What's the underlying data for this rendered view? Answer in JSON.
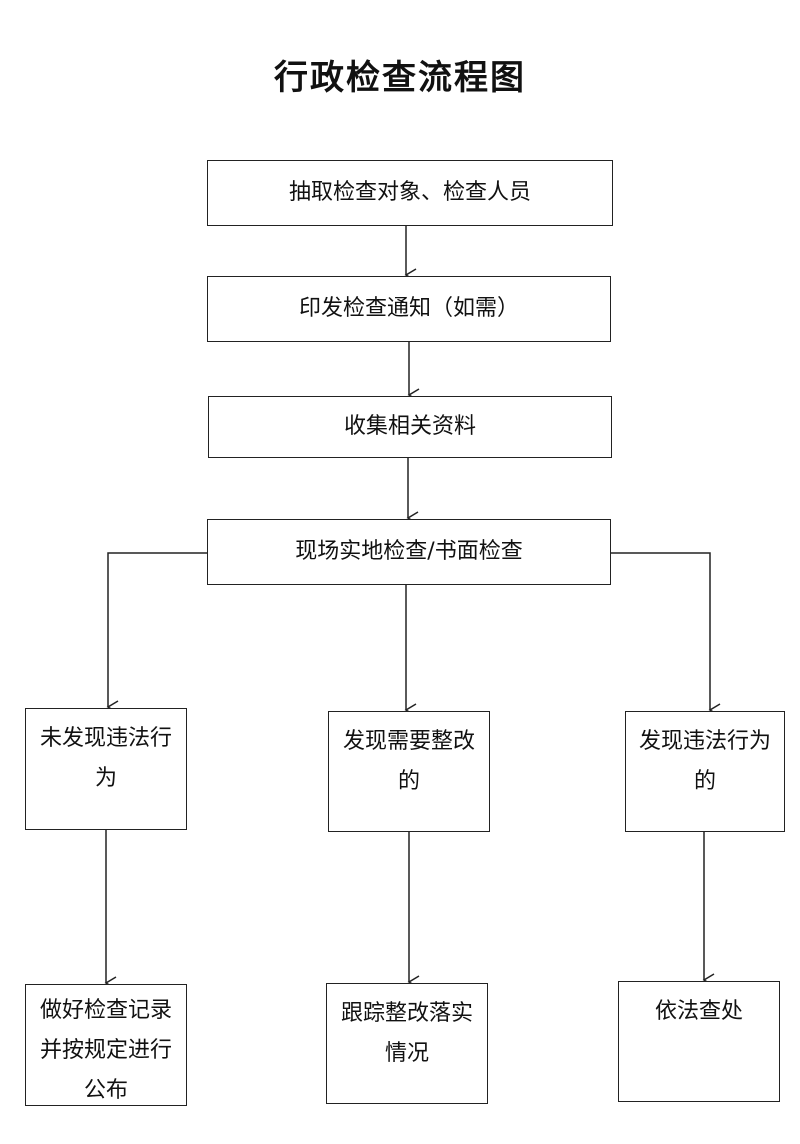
{
  "title": "行政检查流程图",
  "steps": [
    {
      "text": "抽取检查对象、检查人员"
    },
    {
      "text": "印发检查通知（如需）"
    },
    {
      "text": "收集相关资料"
    },
    {
      "text": "现场实地检查/书面检查"
    }
  ],
  "branches": [
    {
      "outcome": "未发现违法行为",
      "action": "做好检查记录并按规定进行公布"
    },
    {
      "outcome": "发现需要整改的",
      "action": "跟踪整改落实情况"
    },
    {
      "outcome": "发现违法行为的",
      "action": "依法查处"
    }
  ]
}
